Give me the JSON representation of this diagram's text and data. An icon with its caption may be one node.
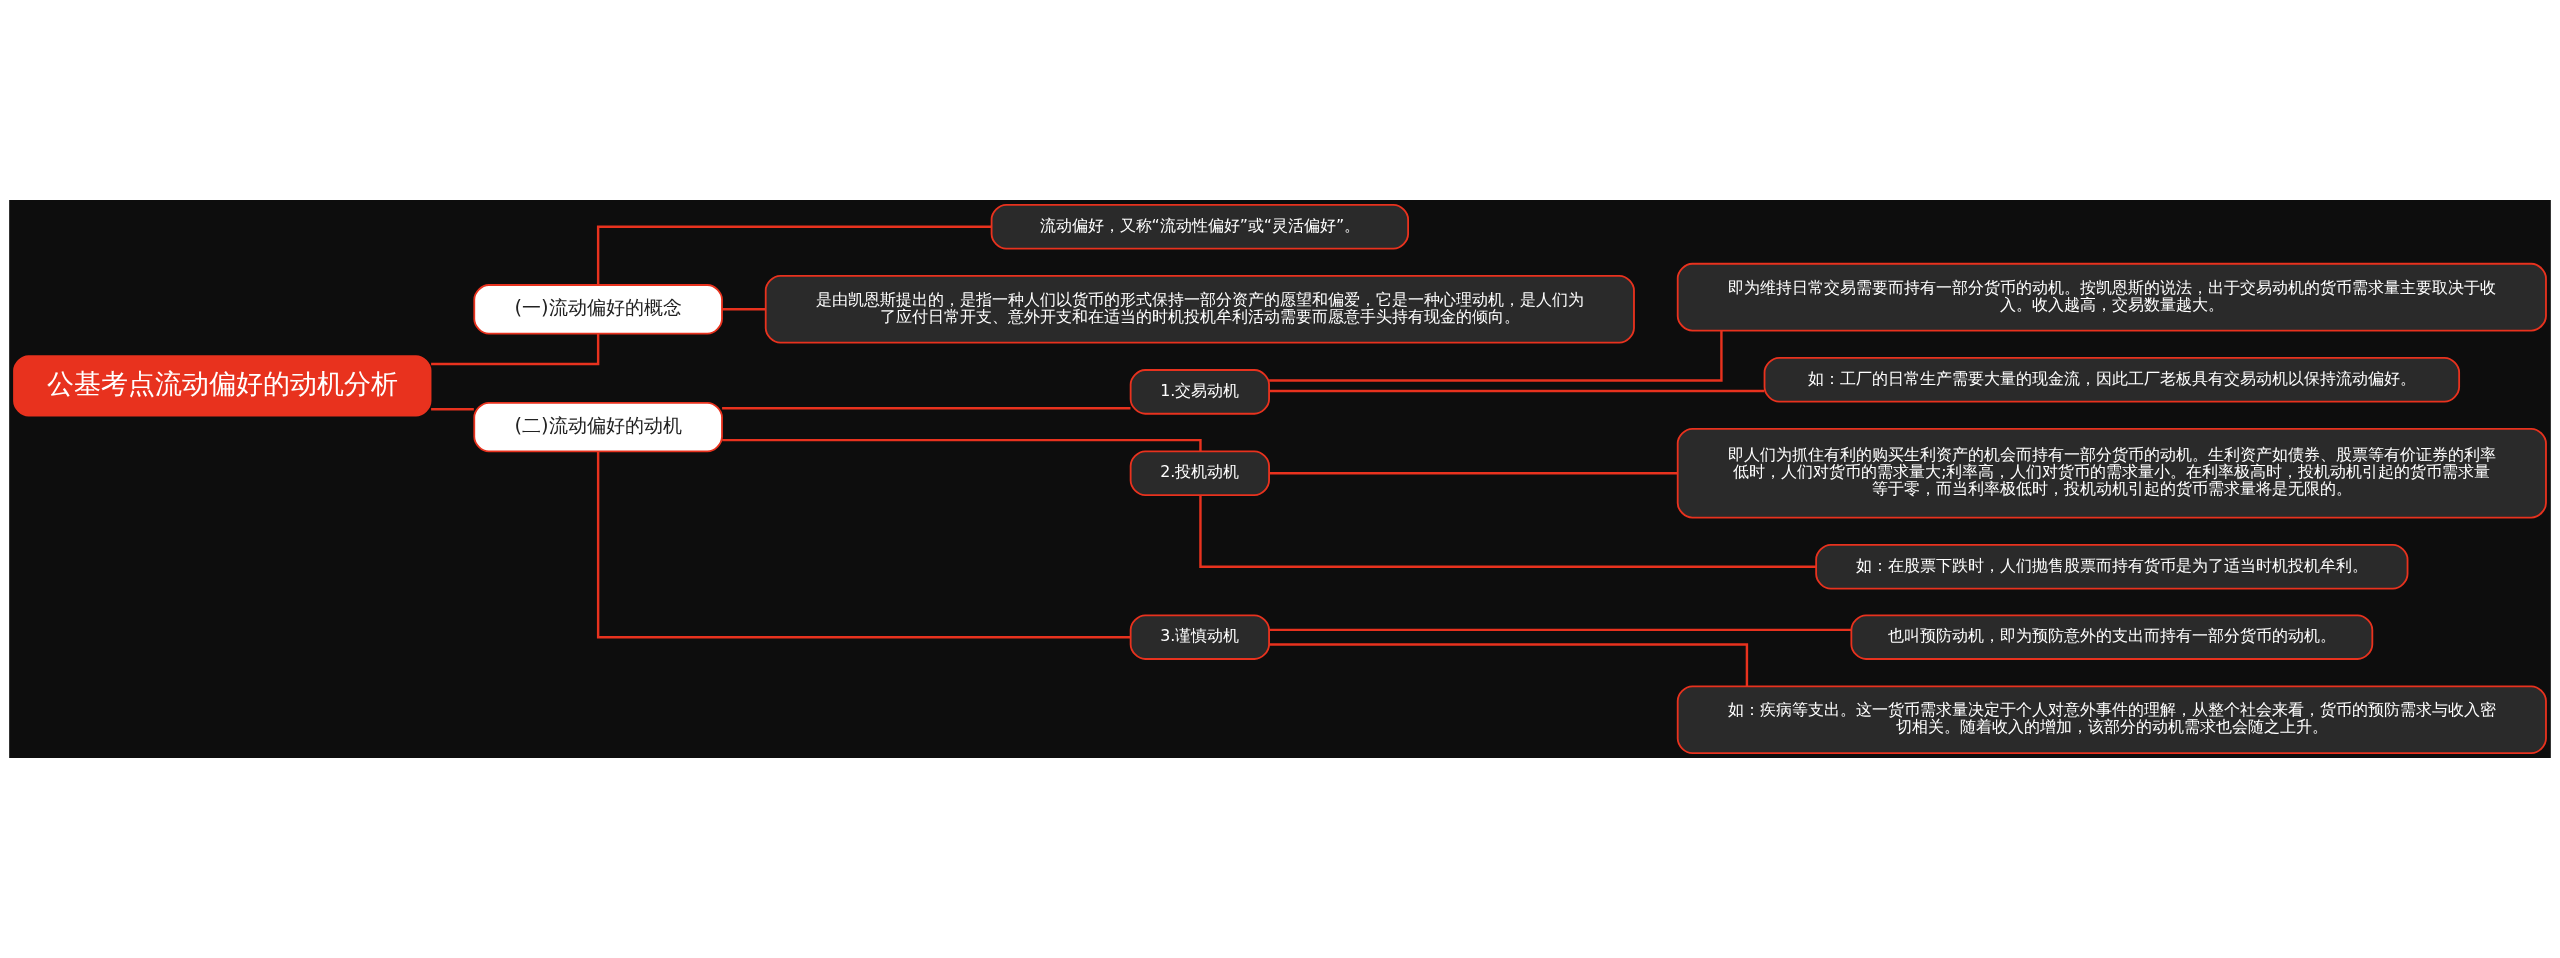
{
  "diagram": {
    "nodes": [
      {
        "text": [
          "公基考点流动偏好的动机分析"
        ]
      },
      {
        "text": [
          "(一)流动偏好的概念"
        ]
      },
      {
        "text": [
          "流动偏好，又称“流动性偏好”或“灵活偏好”。"
        ]
      },
      {
        "text": [
          "是由凯恩斯提出的，是指一种人们以货币的形式保持一部分资产的愿望和偏爱，它是一种心理动机，是人们为了应付日常开支、意外开支和在适当的时机投机牟利活动需要而愿意手头持有现金的倾向。"
        ]
      },
      {
        "text": [
          "(二)流动偏好的动机"
        ]
      },
      {
        "text": [
          "1.交易动机"
        ]
      },
      {
        "text": [
          "即为维持日常交易需要而持有一部分货币的动机。按凯恩斯的说法，出于交易动机的货币需求量主要取决于收入。收入越高，交易数量越大。"
        ]
      },
      {
        "text": [
          "如：工厂的日常生产需要大量的现金流，因此工厂老板具有交易动机以保持流动偏好。"
        ]
      },
      {
        "text": [
          "2.投机动机"
        ]
      },
      {
        "text": [
          "即人们为抓住有利的购买生利资产的机会而持有一部分货币的动机。生利资产如债券、股票等有价证券的利率低时，人们对货币的需求量大;利率高，人们对货币的需求量小。在利率极高时，投机动机引起的货币需求量等于零，而当利率极低时，投机动机引起的货币需求量将是无限的。"
        ]
      },
      {
        "text": [
          "如：在股票下跌时，人们抛售股票而持有货币是为了适当时机投机牟利。"
        ]
      },
      {
        "text": [
          "3.谨慎动机"
        ]
      },
      {
        "text": [
          "也叫预防动机，即为预防意外的支出而持有一部分货币的动机。"
        ]
      },
      {
        "text": [
          "如：疾病等支出。这一货币需求量决定于个人对意外事件的理解，从整个社会来看，货币的预防需求与收入密切相关。随着收入的增加，该部分的动机需求也会随之上升。"
        ]
      }
    ],
    "edges": [
      {
        "from": 0,
        "to": 1,
        "arrow": "none"
      },
      {
        "from": 1,
        "to": 2,
        "arrow": "none"
      },
      {
        "from": 1,
        "to": 3,
        "arrow": "none"
      },
      {
        "from": 0,
        "to": 4,
        "arrow": "none"
      },
      {
        "from": 4,
        "to": 5,
        "arrow": "none"
      },
      {
        "from": 5,
        "to": 6,
        "arrow": "none"
      },
      {
        "from": 5,
        "to": 7,
        "arrow": "none"
      },
      {
        "from": 4,
        "to": 8,
        "arrow": "none"
      },
      {
        "from": 8,
        "to": 9,
        "arrow": "none"
      },
      {
        "from": 8,
        "to": 10,
        "arrow": "none"
      },
      {
        "from": 4,
        "to": 11,
        "arrow": "none"
      },
      {
        "from": 11,
        "to": 12,
        "arrow": "none"
      },
      {
        "from": 11,
        "to": 13,
        "arrow": "none"
      }
    ]
  }
}
